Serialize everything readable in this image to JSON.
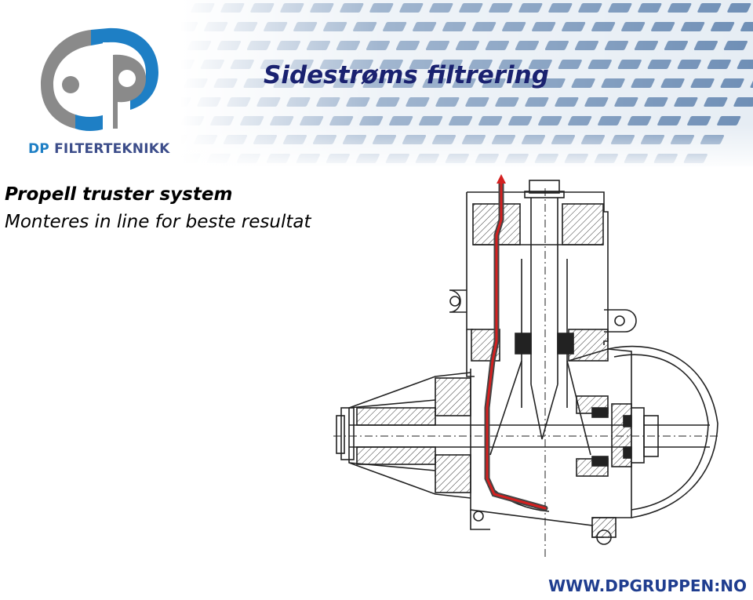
{
  "header": {
    "title": "Sidestrøms filtrering"
  },
  "logo": {
    "brand_prefix": "DP",
    "brand_rest": " FILTERTEKNIKK",
    "icon": "dp-logo-icon"
  },
  "content": {
    "line1": "Propell truster system",
    "line2": "Monteres in line for beste resultat"
  },
  "drawing": {
    "icon": "propeller-thruster-cross-section-drawing"
  },
  "footer": {
    "url": "WWW.DPGRUPPEN:NO"
  },
  "colors": {
    "brand_blue": "#1e7fc5",
    "brand_navy": "#3c4d8a",
    "title_navy": "#1a2270",
    "logo_gray": "#8a8a8a",
    "flow_red": "#d42020"
  }
}
